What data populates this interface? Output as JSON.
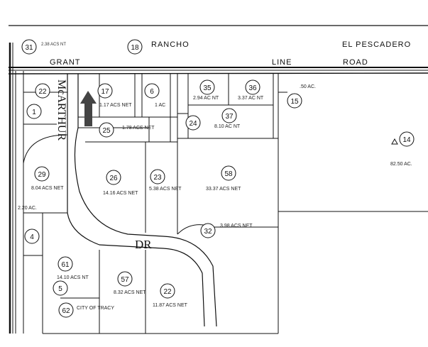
{
  "roads": {
    "grant": "GRANT",
    "rancho": "RANCHO",
    "line": "LINE",
    "road": "ROAD",
    "el_pescadero": "EL PESCADERO",
    "mcarthur": "McARTHUR",
    "dr": "DR",
    "grant_acreage": "2.38 ACS NT"
  },
  "parcels": [
    {
      "num": "31"
    },
    {
      "num": "18"
    },
    {
      "num": "22"
    },
    {
      "num": "1"
    },
    {
      "num": "17",
      "area": "1.17 ACS NET"
    },
    {
      "num": "6",
      "area": "1 AC"
    },
    {
      "num": "35",
      "area": "2.94 AC NT"
    },
    {
      "num": "36",
      "area": "3.37 AC NT"
    },
    {
      "num": "15",
      "area": ".50 AC."
    },
    {
      "num": "37",
      "area": "8.10 AC NT"
    },
    {
      "num": "24"
    },
    {
      "num": "25",
      "area": "1.78 ACS NET"
    },
    {
      "num": "14",
      "area": "82.50 AC."
    },
    {
      "num": "29",
      "area": "8.04 ACS NET"
    },
    {
      "num": "26",
      "area": "14.16 ACS NET"
    },
    {
      "num": "23",
      "area": "5.38 ACS NET"
    },
    {
      "num": "58",
      "area": "33.37 ACS NET"
    },
    {
      "num": "4",
      "area": "2.20 AC."
    },
    {
      "num": "32",
      "area": "3.98 ACS NET"
    },
    {
      "num": "61",
      "area": "14.10 ACS NT"
    },
    {
      "num": "5"
    },
    {
      "num": "57",
      "area": "8.32 ACS NET"
    },
    {
      "num": "22",
      "area": "11.87 ACS NET"
    },
    {
      "num": "62",
      "area": "CITY OF TRACY"
    }
  ],
  "misc": {
    "north_arrow": "north-arrow",
    "triangle_mark": "triangle-marker"
  }
}
